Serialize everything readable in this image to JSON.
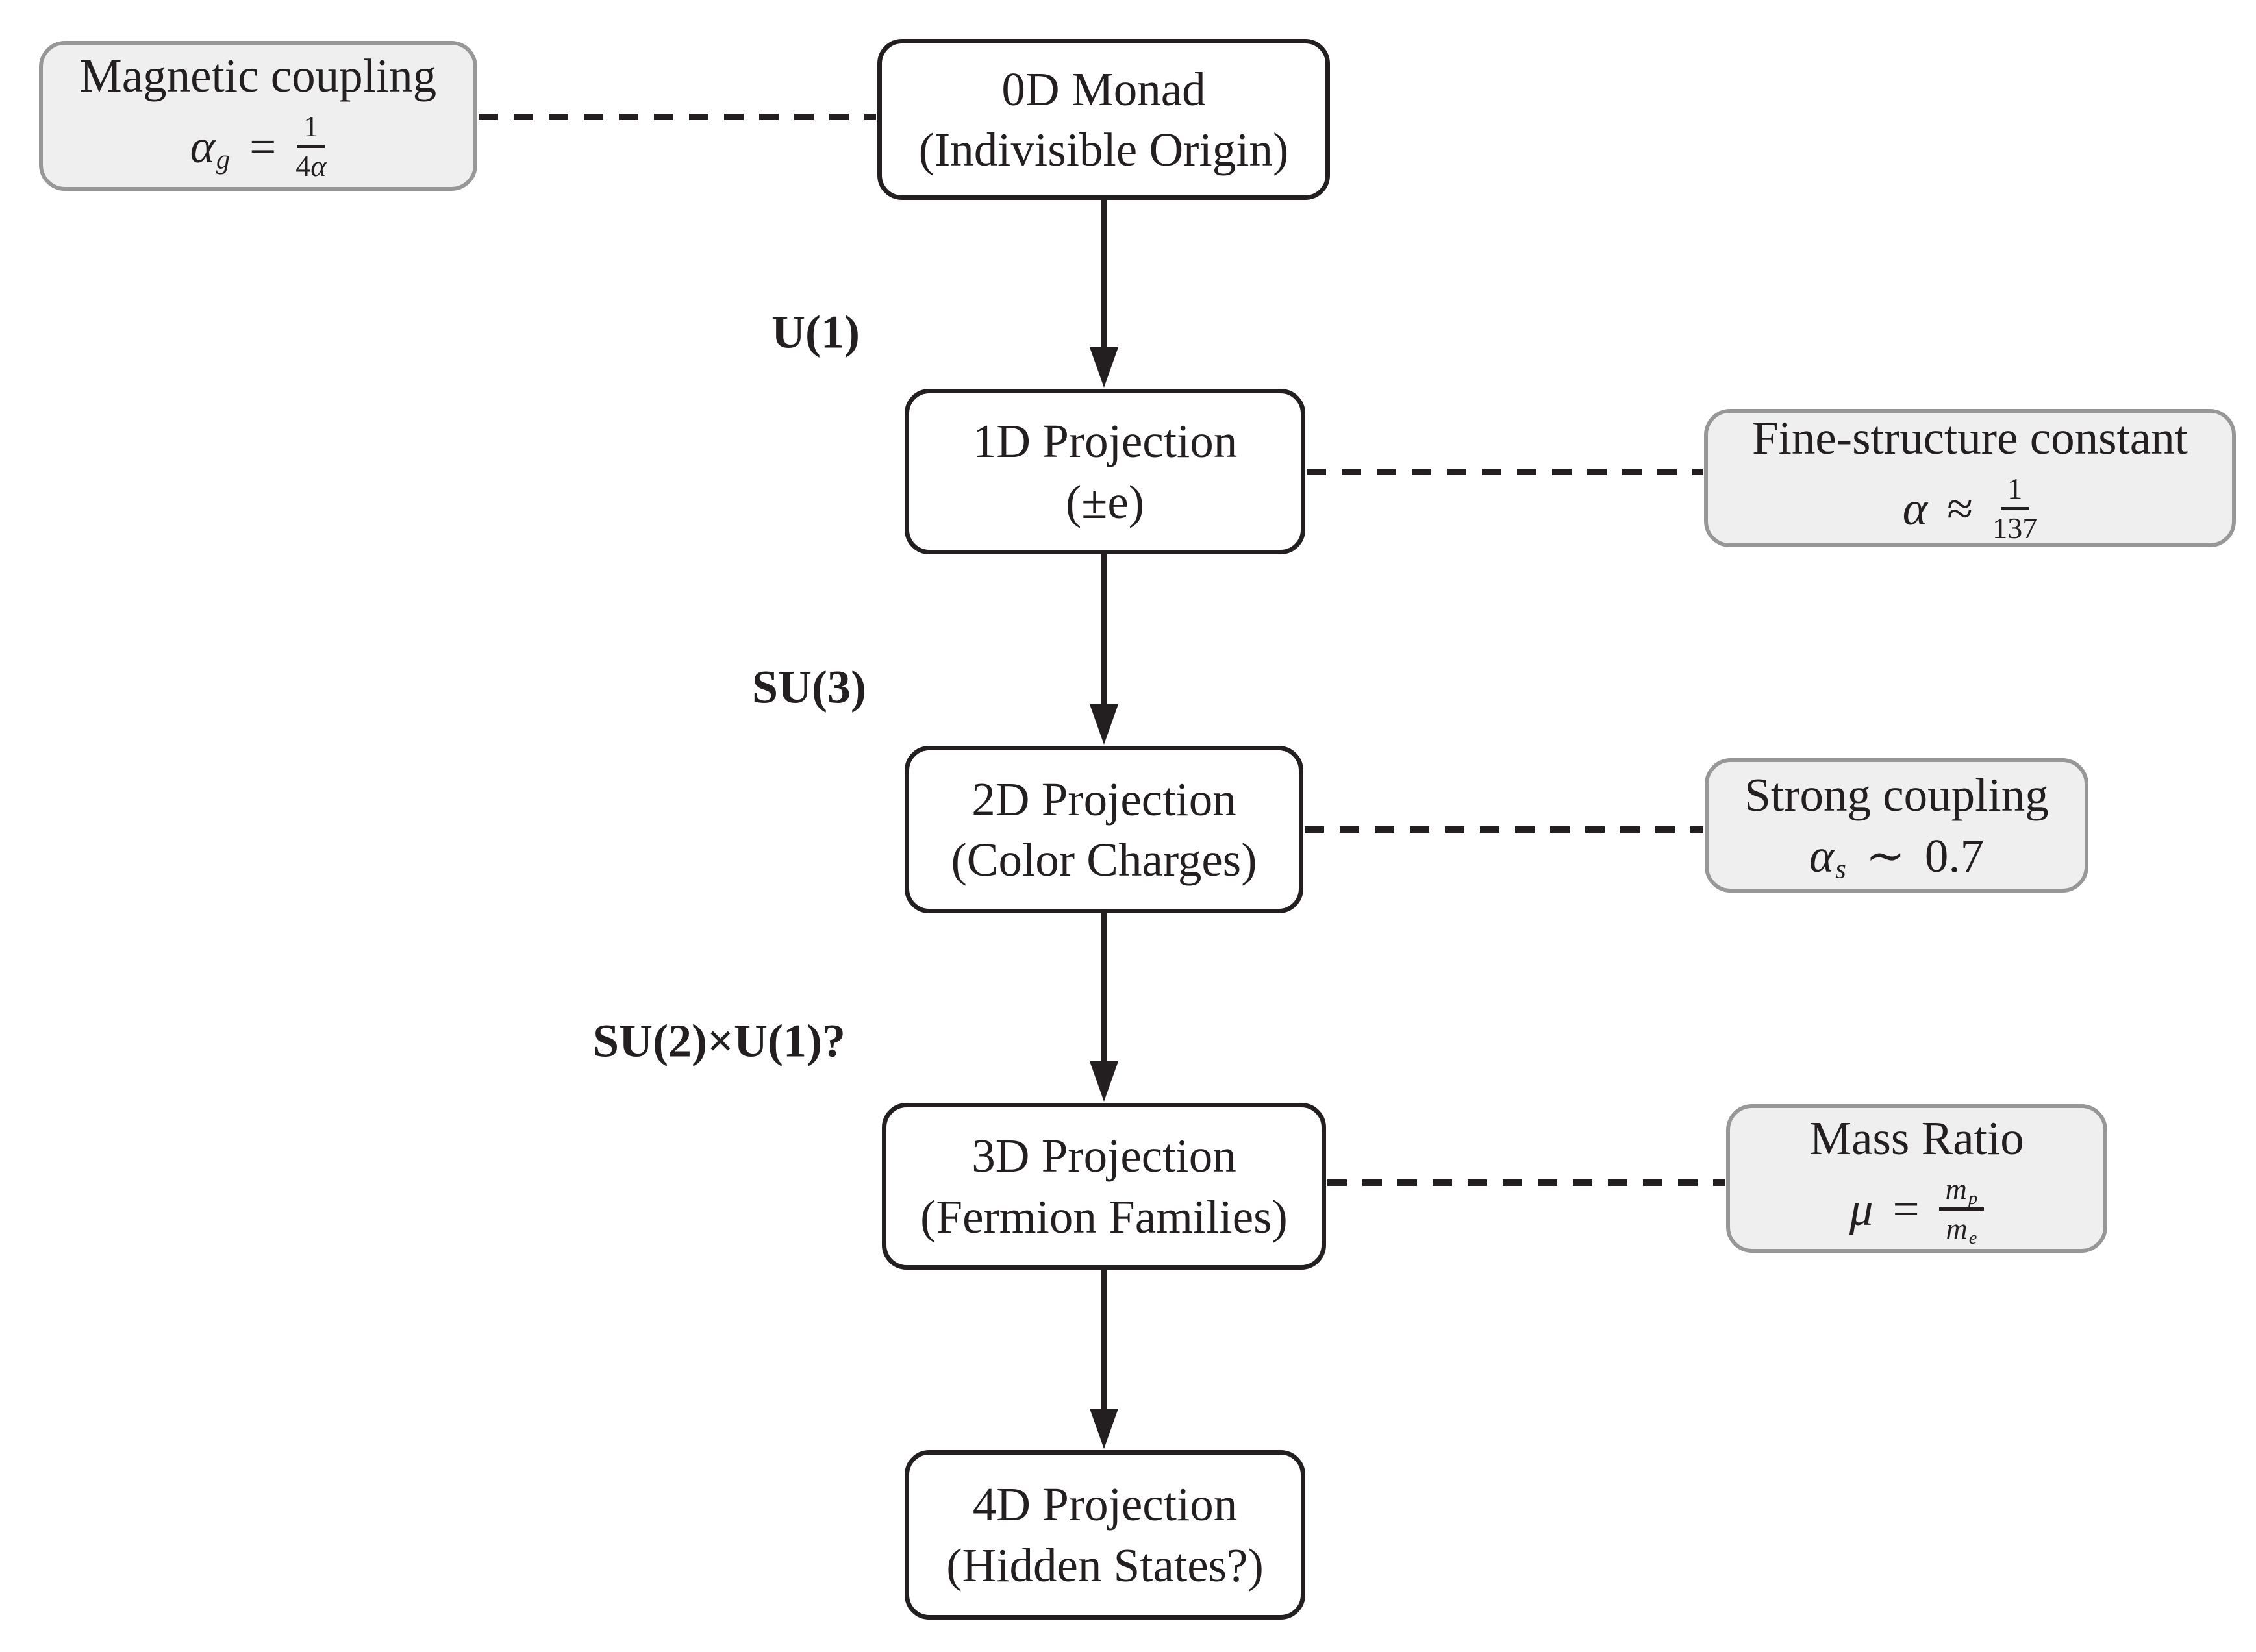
{
  "colors": {
    "background": "#ffffff",
    "ink": "#231f20",
    "node_fill": "#ffffff",
    "node_border": "#231f20",
    "note_fill": "#efefef",
    "note_border": "#979797"
  },
  "nodes": [
    {
      "id": "0d-monad",
      "line1": "0D Monad",
      "line2": "(Indivisible Origin)"
    },
    {
      "id": "1d-projection",
      "line1": "1D Projection",
      "line2": "(±e)"
    },
    {
      "id": "2d-projection",
      "line1": "2D Projection",
      "line2": "(Color Charges)"
    },
    {
      "id": "3d-projection",
      "line1": "3D Projection",
      "line2": "(Fermion Families)"
    },
    {
      "id": "4d-projection",
      "line1": "4D Projection",
      "line2": "(Hidden States?)"
    }
  ],
  "edge_labels": [
    {
      "text": "U(1)"
    },
    {
      "text": "SU(3)"
    },
    {
      "text": "SU(2)×U(1)?"
    }
  ],
  "notes": {
    "magnetic": {
      "title": "Magnetic coupling",
      "symbol": "α",
      "symbol_sub": "g",
      "relation": "=",
      "frac_num": "1",
      "frac_den_coeff": "4",
      "frac_den_var": "α"
    },
    "fine_structure": {
      "title": "Fine-structure constant",
      "symbol": "α",
      "relation": "≈",
      "frac_num": "1",
      "frac_den": "137"
    },
    "strong_coupling": {
      "title": "Strong coupling",
      "symbol": "α",
      "symbol_sub": "s",
      "relation": "∼",
      "value": "0.7"
    },
    "mass_ratio": {
      "title": "Mass Ratio",
      "symbol": "μ",
      "relation": "=",
      "num_base": "m",
      "num_sub": "p",
      "den_base": "m",
      "den_sub": "e"
    }
  }
}
